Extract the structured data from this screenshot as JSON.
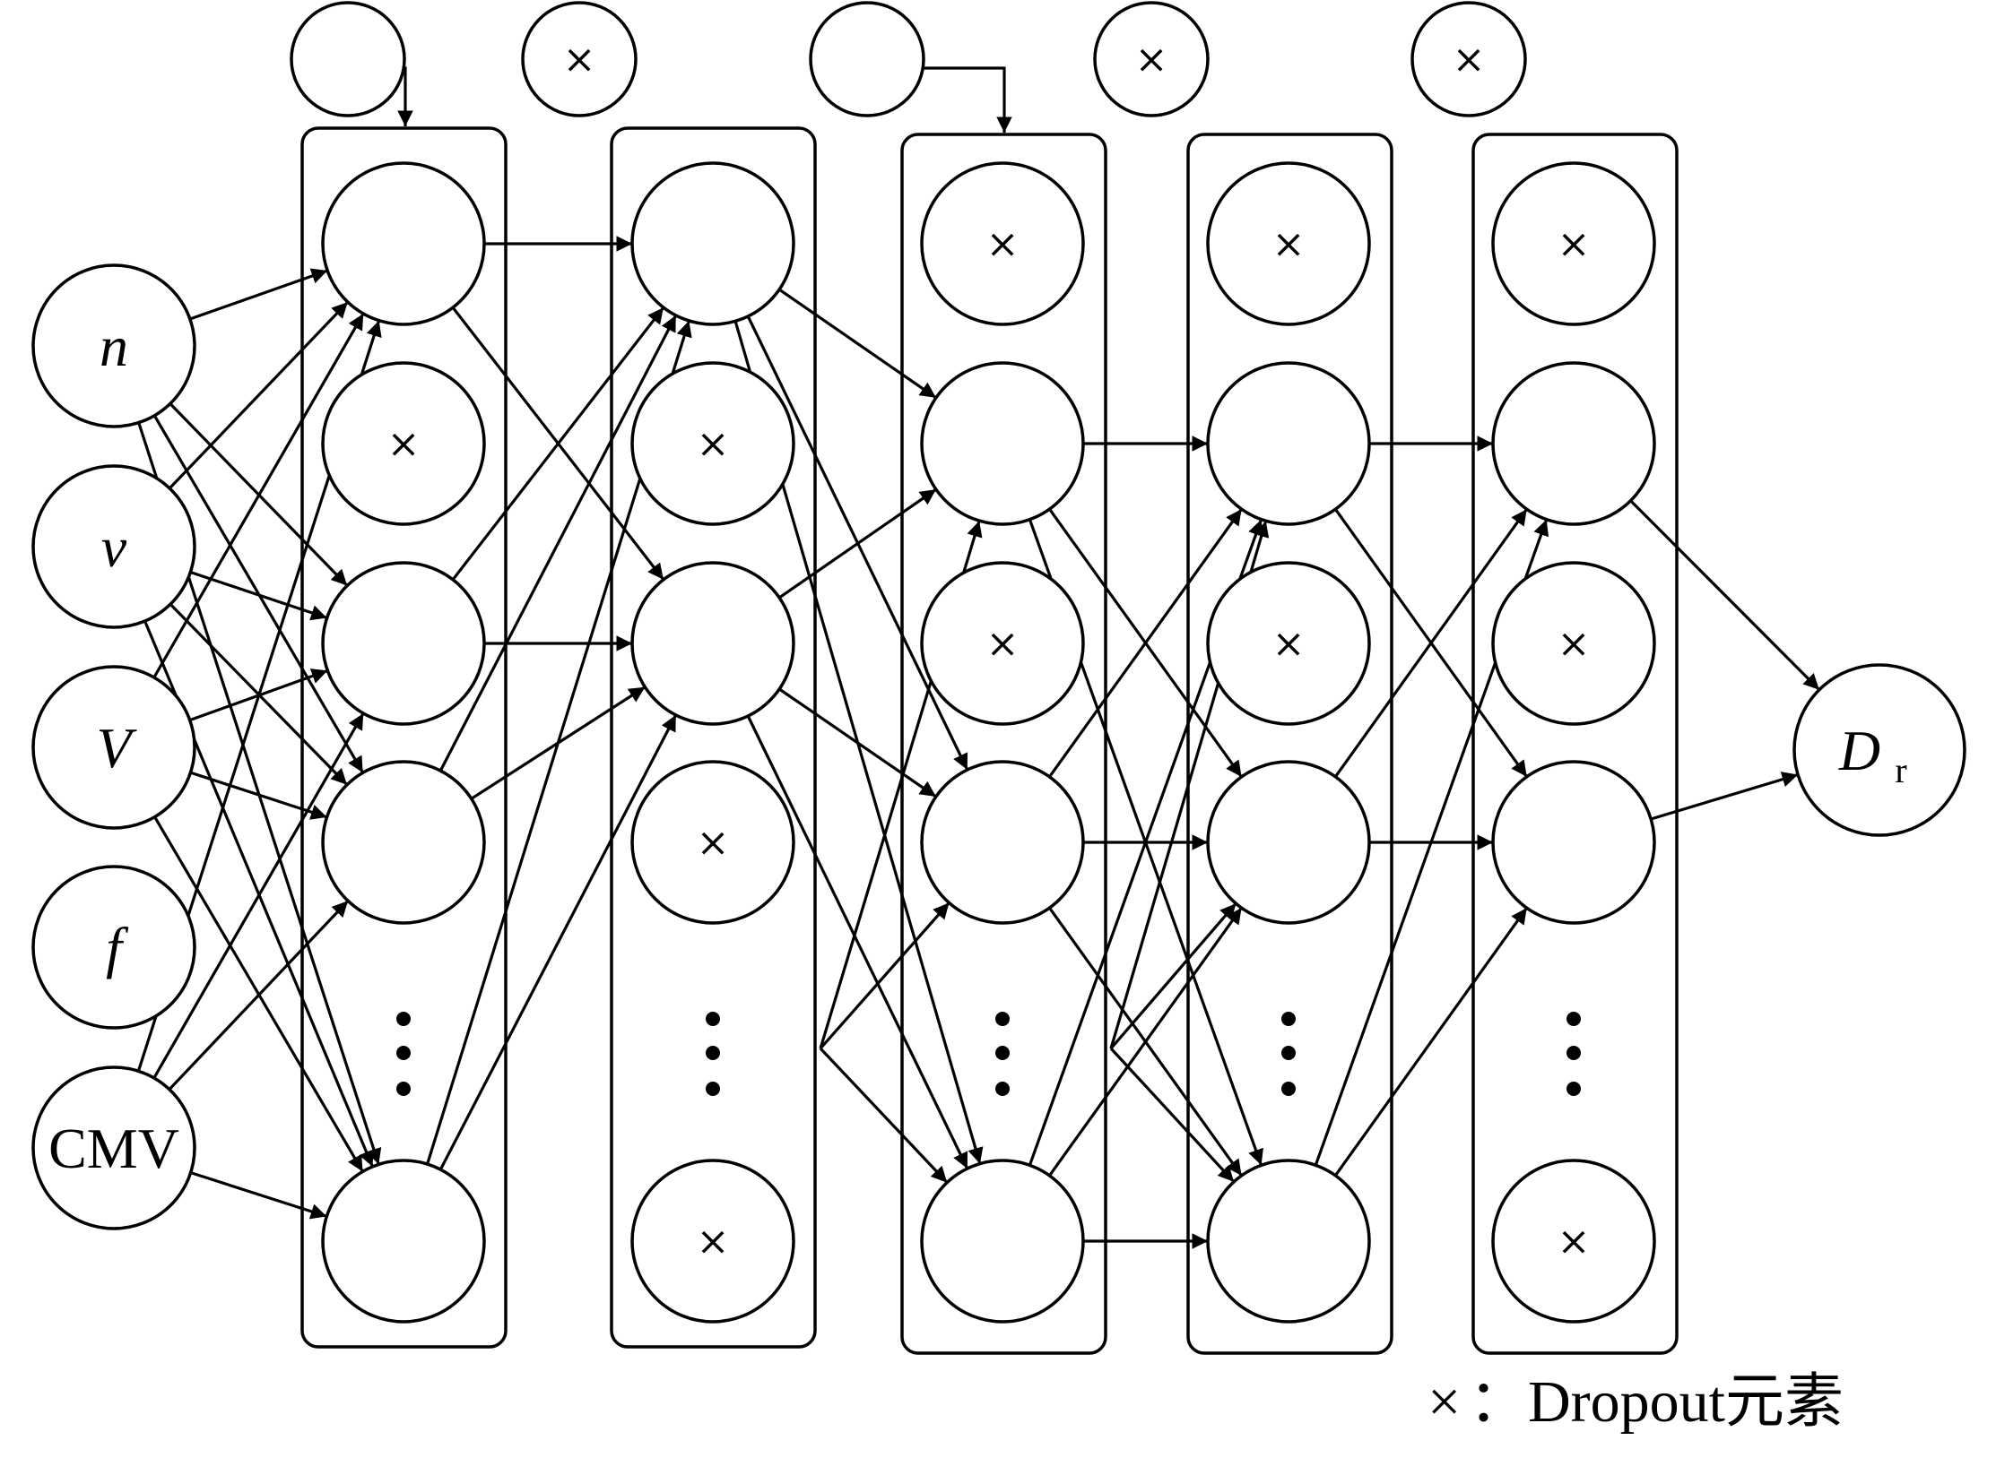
{
  "inputs": [
    {
      "label": "n",
      "style": "italic"
    },
    {
      "label": "v",
      "style": "italic"
    },
    {
      "label": "V",
      "style": "italic"
    },
    {
      "label": "f",
      "style": "italic"
    },
    {
      "label": "CMV",
      "style": "roman"
    }
  ],
  "output": {
    "label": "D",
    "subscript": "r"
  },
  "drop_mark": "×",
  "legend": {
    "mark": "×",
    "text": "：Dropout元素"
  },
  "layers": [
    {
      "top_node_dropped": false,
      "nodes_dropped": [
        false,
        true,
        false,
        false,
        false
      ]
    },
    {
      "top_node_dropped": true,
      "nodes_dropped": [
        false,
        true,
        false,
        true,
        true
      ]
    },
    {
      "top_node_dropped": false,
      "nodes_dropped": [
        true,
        false,
        true,
        false,
        false
      ]
    },
    {
      "top_node_dropped": true,
      "nodes_dropped": [
        true,
        false,
        true,
        false,
        false
      ]
    },
    {
      "top_node_dropped": true,
      "nodes_dropped": [
        true,
        false,
        true,
        false,
        true
      ]
    }
  ]
}
